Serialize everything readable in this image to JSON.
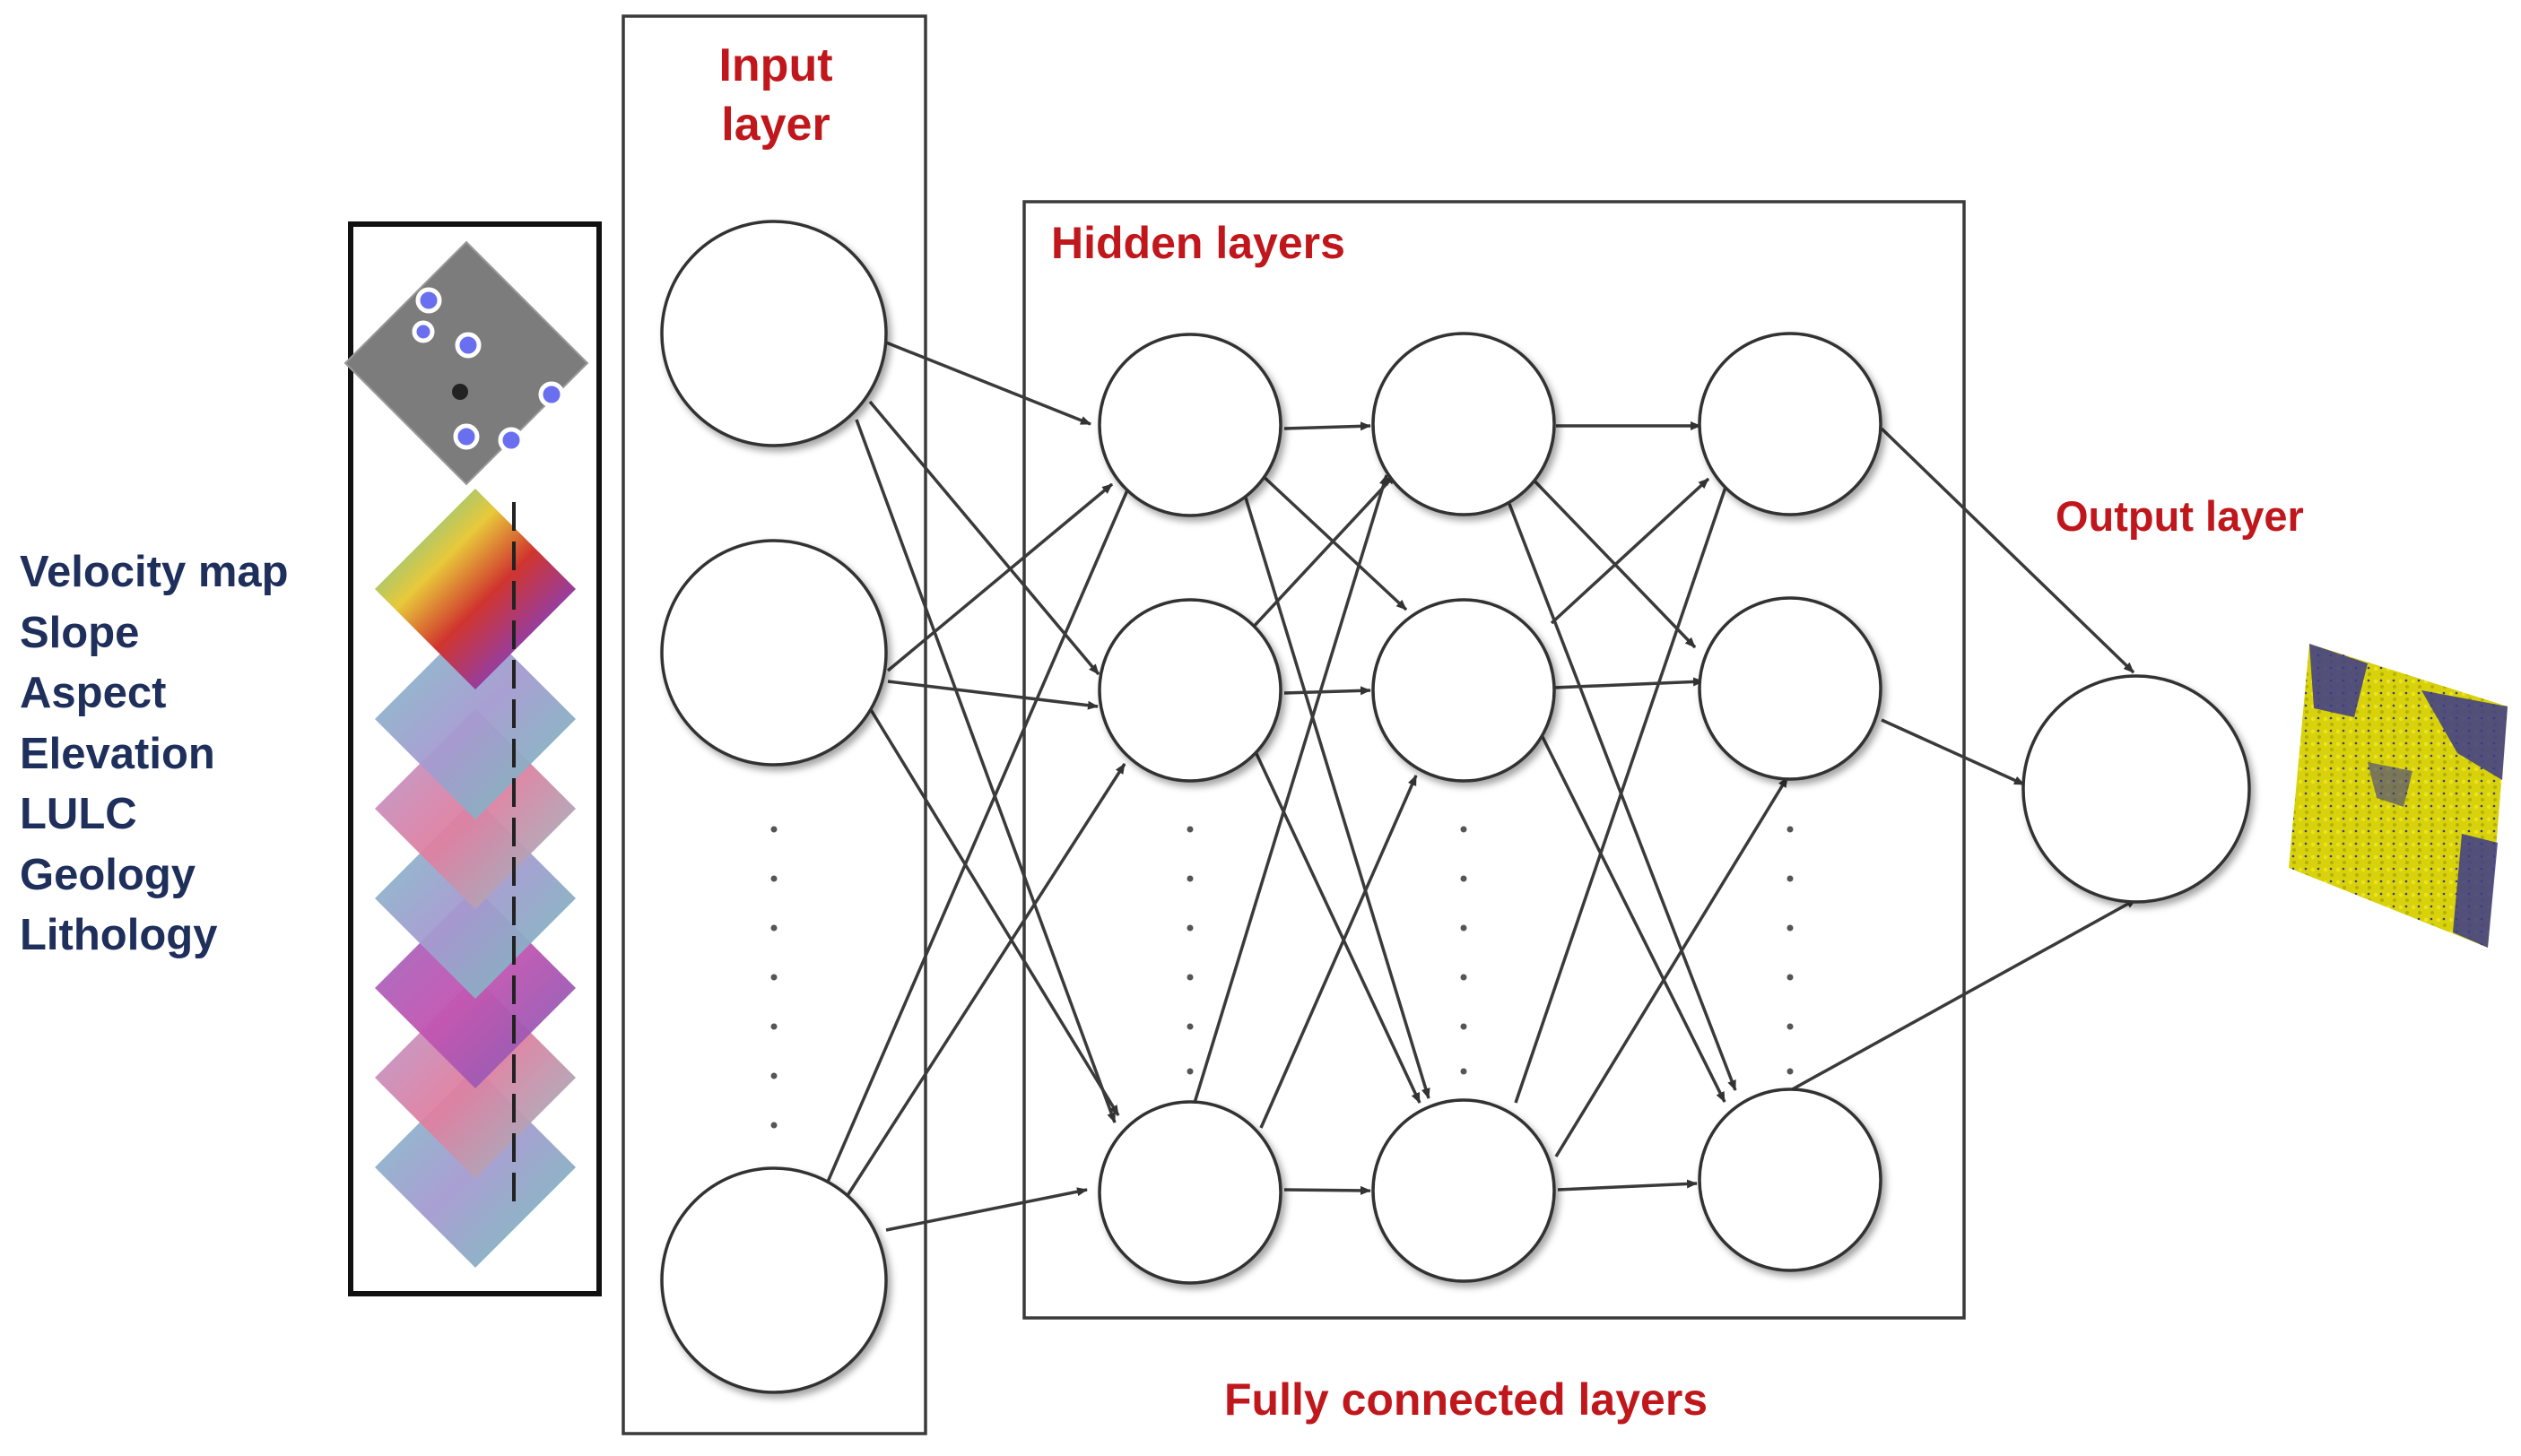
{
  "labels": {
    "input_layer": "Input\nlayer",
    "hidden_layers": "Hidden layers",
    "output_layer": "Output layer",
    "fully_connected": "Fully connected layers"
  },
  "features": [
    "Velocity map",
    "Slope",
    "Aspect",
    "Elevation",
    "LULC",
    "Geology",
    "Lithology"
  ],
  "colors": {
    "label_red": "#c0171c",
    "feature_text": "#1f2f5c",
    "frame": "#3a3a3a",
    "edge": "#3a3a3a",
    "node_fill": "#ffffff"
  },
  "network": {
    "layers": [
      {
        "name": "input",
        "nodes": 3
      },
      {
        "name": "hidden-1",
        "nodes": 3
      },
      {
        "name": "hidden-2",
        "nodes": 3
      },
      {
        "name": "hidden-3",
        "nodes": 3
      },
      {
        "name": "output",
        "nodes": 1
      }
    ],
    "ellipsis": "vertical-dots"
  },
  "icons": {
    "feature_stack": "layered-raster-maps-icon",
    "output_map": "classified-map-icon"
  }
}
